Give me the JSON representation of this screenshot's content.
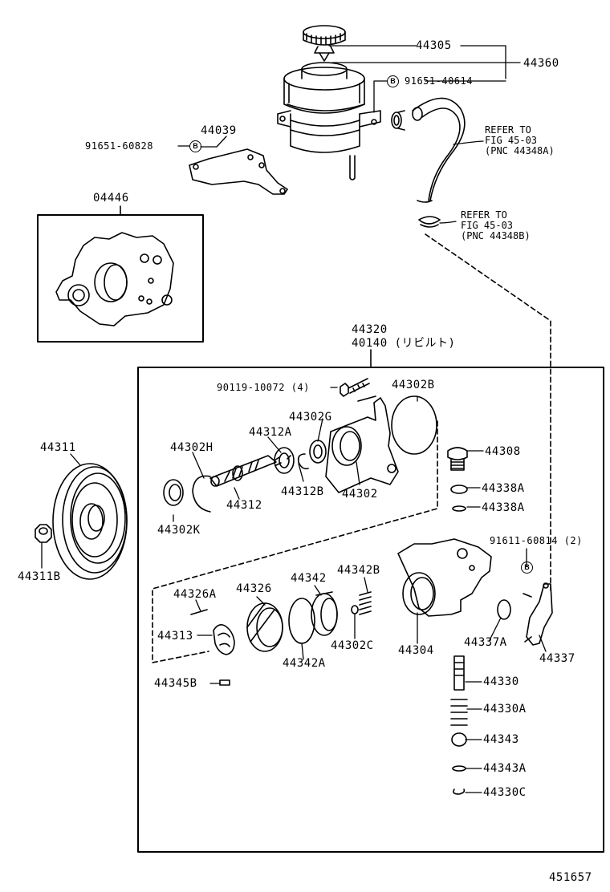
{
  "diagram_id": "451657",
  "bolt_marker": "B",
  "references": [
    {
      "line1": "REFER TO",
      "line2": "FIG 45-03",
      "line3": "(PNC 44348A)"
    },
    {
      "line1": "REFER TO",
      "line2": "FIG 45-03",
      "line3": "(PNC 44348B)"
    }
  ],
  "parts": {
    "p44305": "44305",
    "p44360": "44360",
    "p91651_40614": "91651-40614",
    "p44039": "44039",
    "p91651_60828": "91651-60828",
    "p04446": "04446",
    "p44320": "44320",
    "p40140": "40140 (リビルト)",
    "p90119": "90119-10072 (4)",
    "p44302B": "44302B",
    "p44302G": "44302G",
    "p44312A": "44312A",
    "p44302H": "44302H",
    "p44308": "44308",
    "p44311": "44311",
    "p44338A_1": "44338A",
    "p44338A_2": "44338A",
    "p44312B": "44312B",
    "p44302": "44302",
    "p44312": "44312",
    "p44302K": "44302K",
    "p91611": "91611-60814 (2)",
    "p44311B": "44311B",
    "p44342B": "44342B",
    "p44326A": "44326A",
    "p44326": "44326",
    "p44342": "44342",
    "p44313": "44313",
    "p44302C": "44302C",
    "p44304": "44304",
    "p44337A": "44337A",
    "p44337": "44337",
    "p44342A": "44342A",
    "p44345B": "44345B",
    "p44330": "44330",
    "p44330A": "44330A",
    "p44343": "44343",
    "p44343A": "44343A",
    "p44330C": "44330C"
  }
}
